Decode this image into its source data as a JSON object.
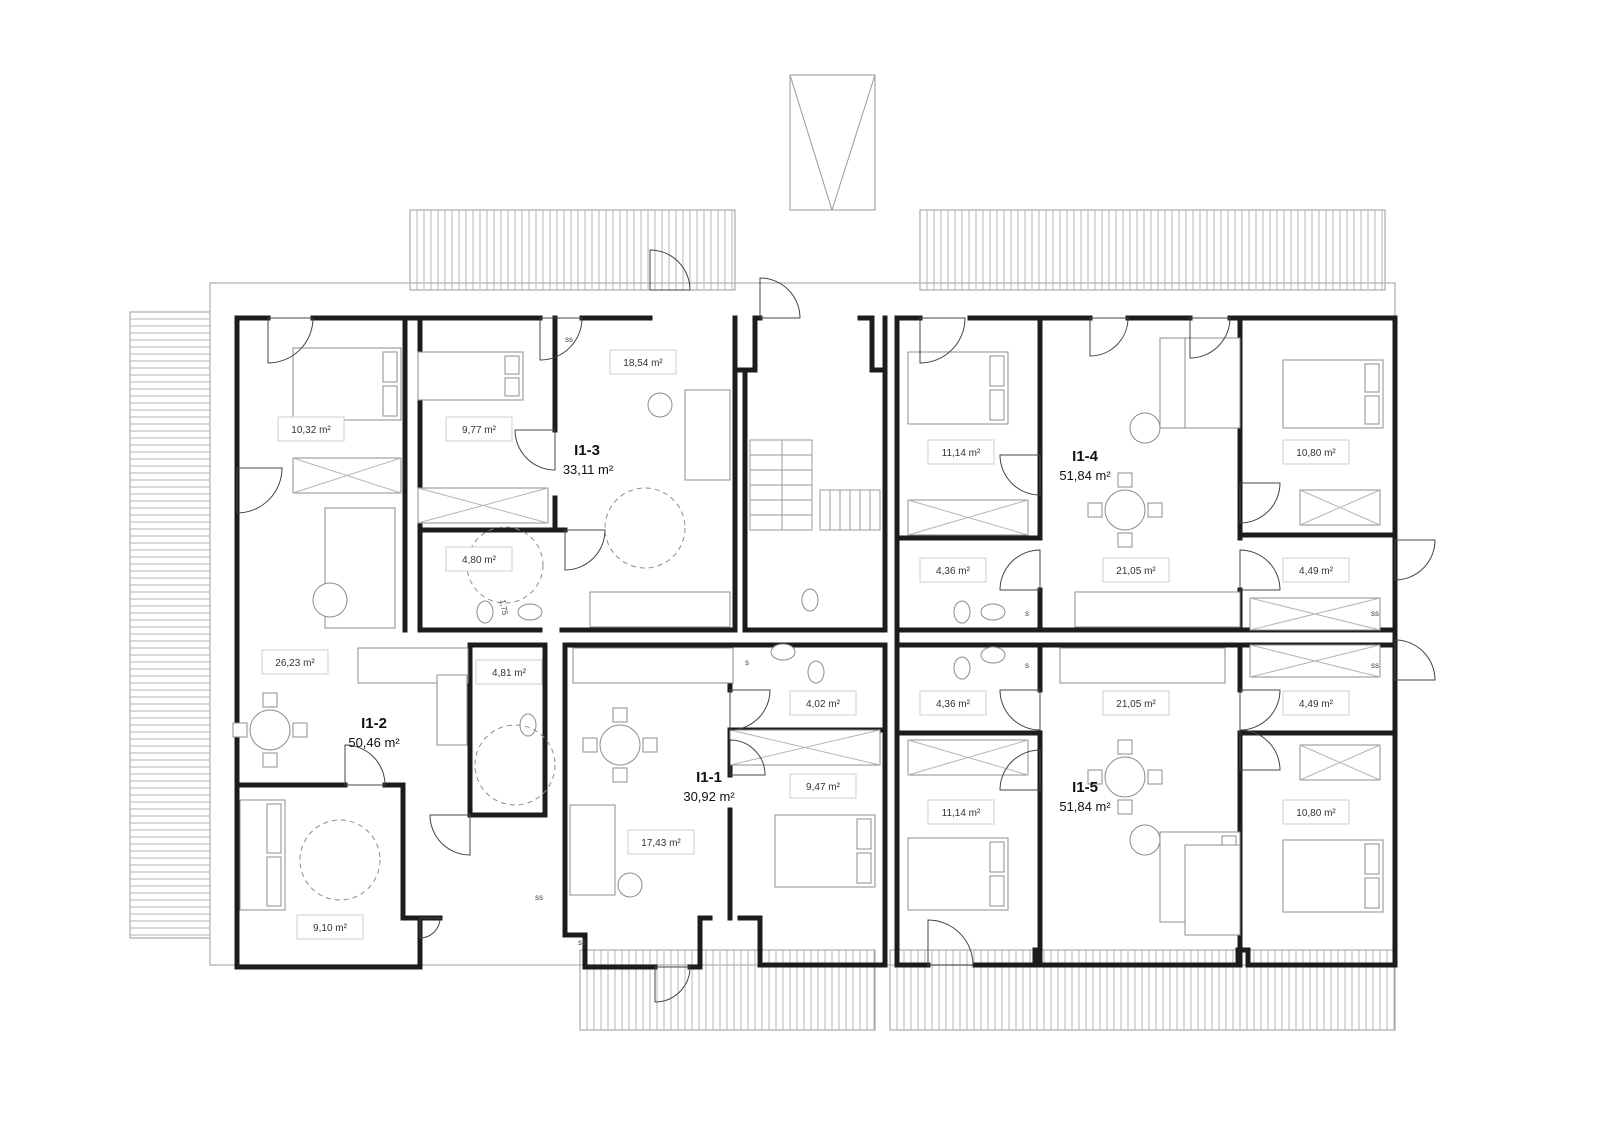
{
  "units": [
    {
      "id": "u13",
      "name": "I1-3",
      "area": "33,11 m²"
    },
    {
      "id": "u12",
      "name": "I1-2",
      "area": "50,46 m²"
    },
    {
      "id": "u11",
      "name": "I1-1",
      "area": "30,92 m²"
    },
    {
      "id": "u14",
      "name": "I1-4",
      "area": "51,84 m²"
    },
    {
      "id": "u15",
      "name": "I1-5",
      "area": "51,84 m²"
    }
  ],
  "rooms": {
    "r1": "10,32 m²",
    "r2": "9,77 m²",
    "r3": "18,54 m²",
    "r4": "4,80 m²",
    "r5": "26,23 m²",
    "r6": "4,81 m²",
    "r7": "9,10  m²",
    "r8": "4,02 m²",
    "r9": "9,47 m²",
    "r10": "17,43 m²",
    "r11": "11,14 m²",
    "r12": "10,80 m²",
    "r13": "4,36 m²",
    "r14": "21,05 m²",
    "r15": "4,49 m²",
    "r16": "4,36 m²",
    "r17": "21,05 m²",
    "r18": "4,49 m²",
    "r19": "11,14 m²",
    "r20": "10,80 m²"
  },
  "marks": {
    "ss": "ss",
    "s": "s",
    "dim": "1,75"
  }
}
